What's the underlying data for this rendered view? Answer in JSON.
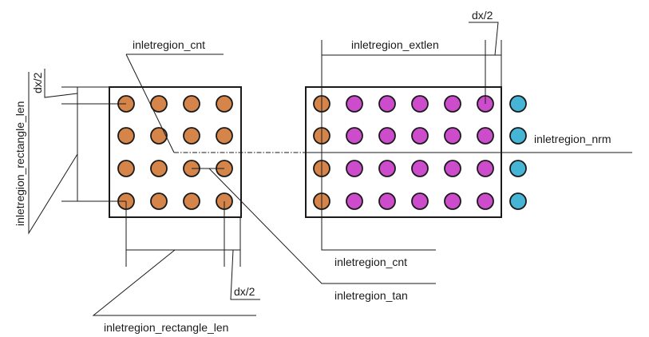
{
  "diagram": {
    "colors": {
      "inlet_cnt": "#D5844A",
      "inlet_ext": "#CC4CCC",
      "inlet_nrm": "#46B4D4",
      "line": "#1a1a1a"
    },
    "left_grid": {
      "rows": 4,
      "cols": 4,
      "particle_type": "inlet_cnt"
    },
    "right_grid": {
      "rows": 4,
      "columns": [
        "inlet_cnt",
        "inlet_ext",
        "inlet_ext",
        "inlet_ext",
        "inlet_ext",
        "inlet_ext"
      ],
      "outside_column": "inlet_nrm"
    },
    "labels": {
      "cnt_top": "inletregion_cnt",
      "dx2_left": "dx/2",
      "rect_len_vertical": "inletregion_rectangle_len",
      "extlen": "inletregion_extlen",
      "dx2_top_right": "dx/2",
      "nrm": "inletregion_nrm",
      "cnt_bottom": "inletregion_cnt",
      "tan": "inletregion_tan",
      "dx2_bottom": "dx/2",
      "rect_len_horizontal": "inletregion_rectangle_len"
    }
  }
}
